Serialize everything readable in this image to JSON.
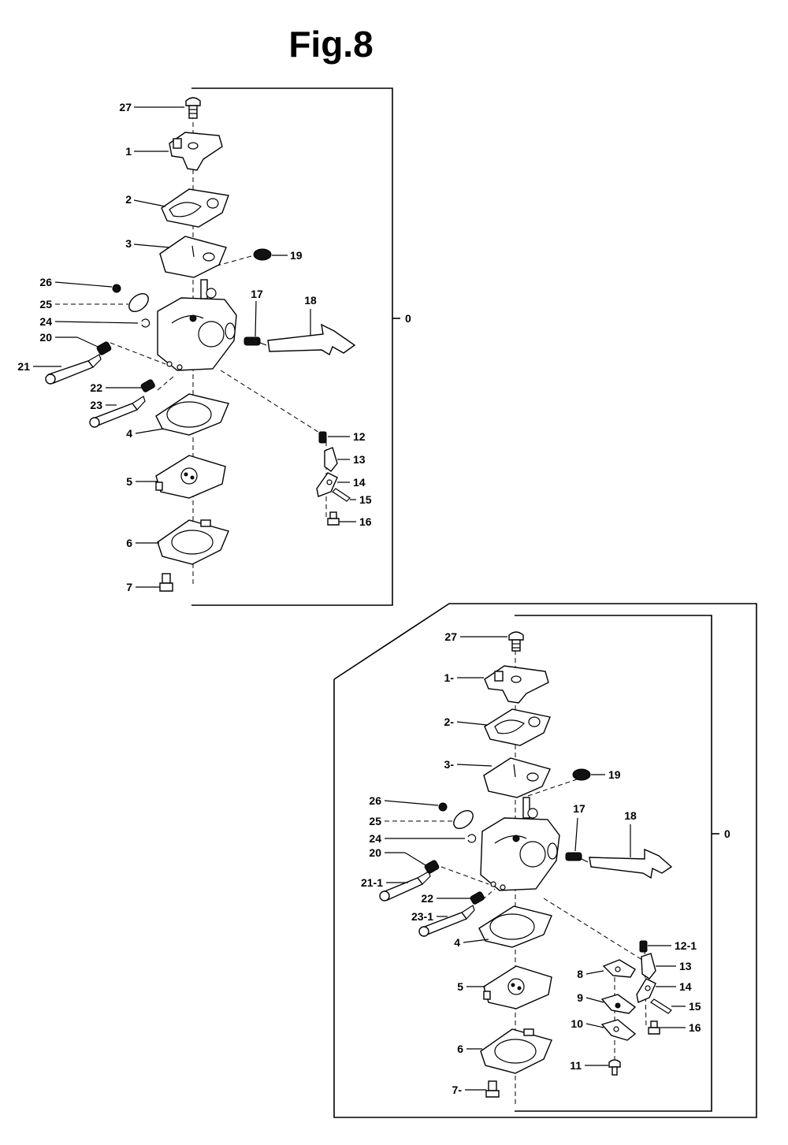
{
  "title": "Fig.8",
  "assembly_label": "0",
  "diagram1": {
    "labels": [
      "27",
      "1",
      "2",
      "3",
      "19",
      "26",
      "25",
      "24",
      "17",
      "18",
      "20",
      "21",
      "22",
      "23",
      "4",
      "12",
      "13",
      "14",
      "5",
      "15",
      "16",
      "6",
      "7"
    ]
  },
  "diagram2": {
    "labels": [
      "27",
      "1-",
      "2-",
      "3-",
      "19",
      "26",
      "25",
      "17",
      "18",
      "24",
      "20",
      "21-1",
      "22",
      "23-1",
      "4",
      "12-1",
      "8",
      "13",
      "14",
      "9",
      "15",
      "5",
      "10",
      "16",
      "11",
      "6",
      "7-"
    ]
  }
}
